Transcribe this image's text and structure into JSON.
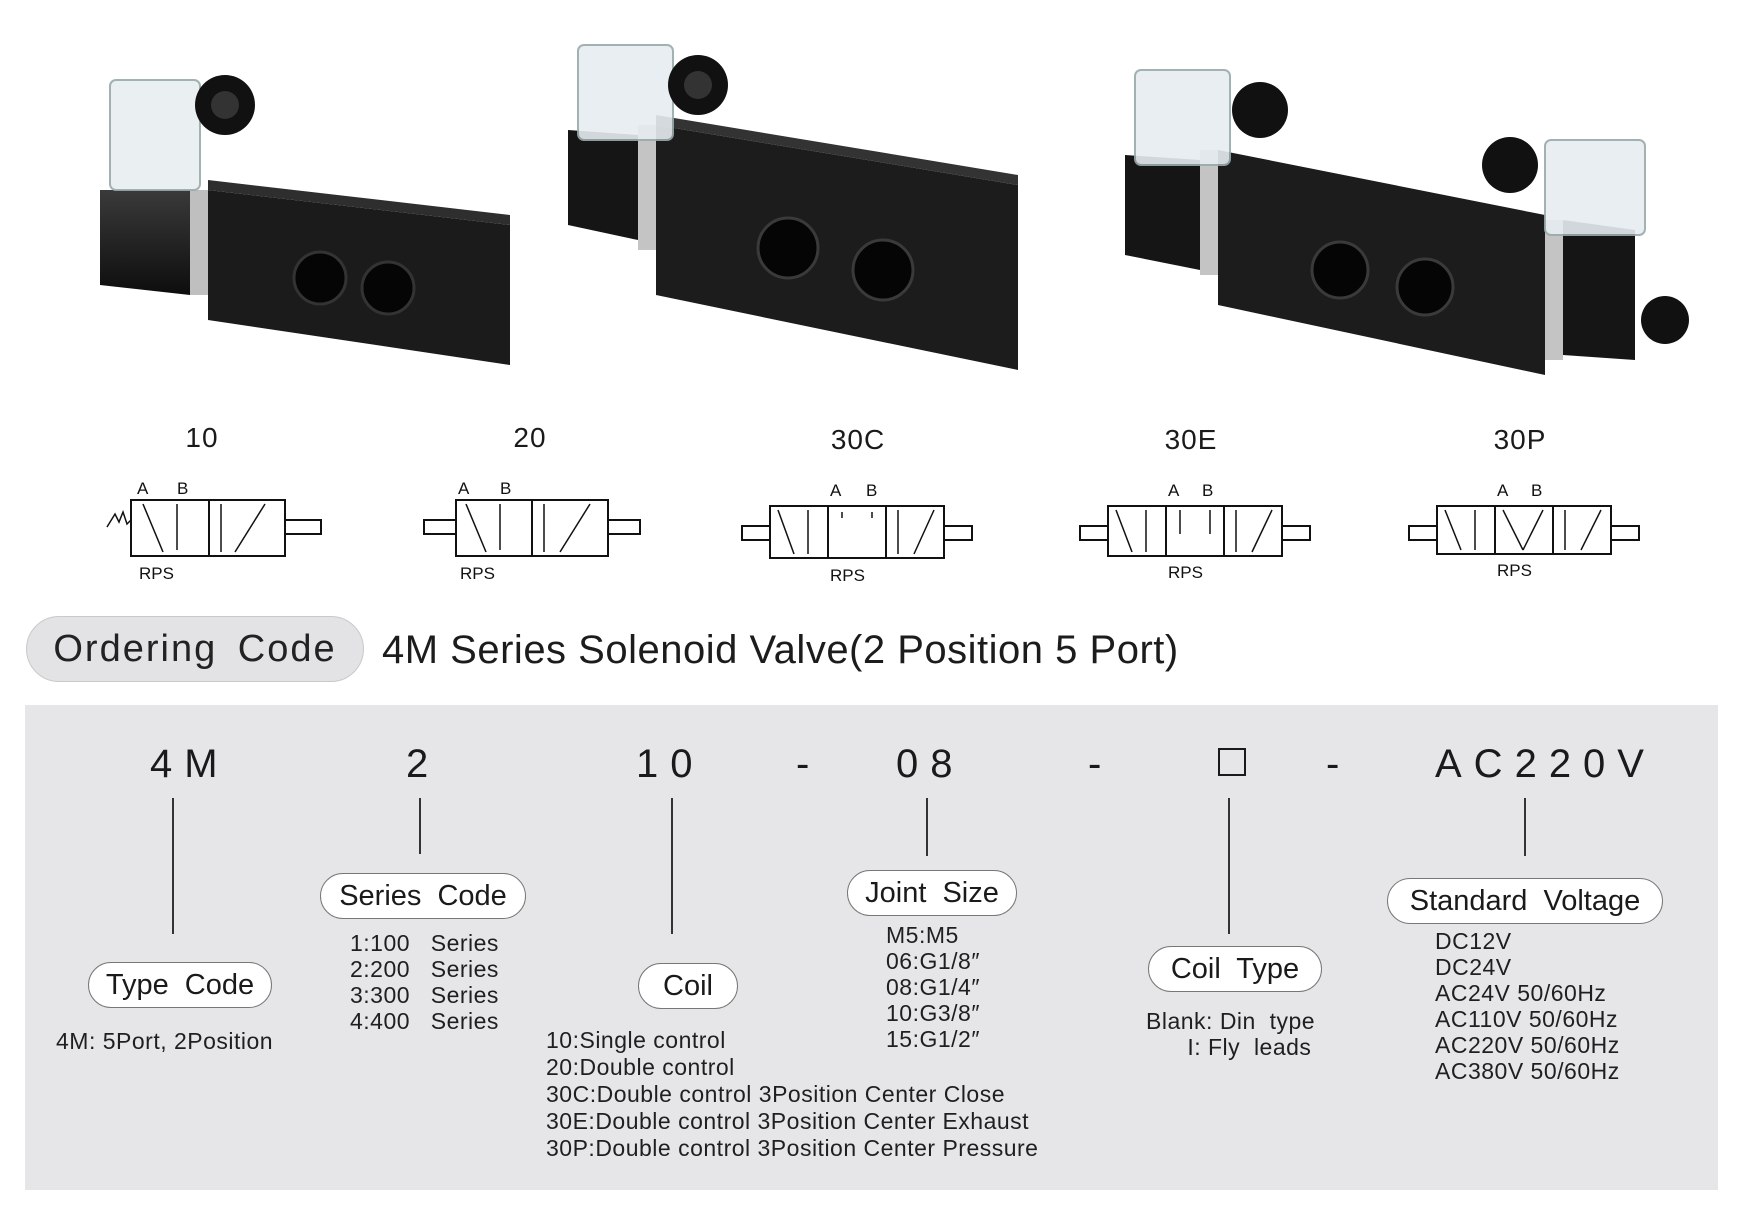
{
  "models": [
    "10",
    "20",
    "30C",
    "30E",
    "30P"
  ],
  "port_labels": {
    "a": "A",
    "b": "B",
    "bottom": "RPS"
  },
  "header": {
    "pill": "Ordering  Code",
    "title": "4M Series Solenoid Valve(2 Position 5 Port)"
  },
  "code": {
    "type": "4M",
    "series": "2",
    "coil": "10",
    "dash": "-",
    "joint": "08",
    "voltage": "AC220V"
  },
  "sections": {
    "type_code": {
      "title": "Type  Code",
      "lines": [
        "4M: 5Port, 2Position"
      ]
    },
    "series_code": {
      "title": "Series  Code",
      "lines": [
        "1:100   Series",
        "2:200   Series",
        "3:300   Series",
        "4:400   Series"
      ]
    },
    "coil": {
      "title": "Coil",
      "lines": [
        "10:Single control",
        "20:Double control",
        "30C:Double control 3Position Center Close",
        "30E:Double control 3Position Center Exhaust",
        "30P:Double control 3Position Center Pressure"
      ]
    },
    "joint_size": {
      "title": "Joint  Size",
      "lines": [
        "M5:M5",
        "06:G1/8″",
        "08:G1/4″",
        "10:G3/8″",
        "15:G1/2″"
      ]
    },
    "coil_type": {
      "title": "Coil  Type",
      "lines": [
        "Blank: Din  type",
        "      I: Fly  leads"
      ]
    },
    "standard_voltage": {
      "title": "Standard  Voltage",
      "lines": [
        "DC12V",
        "DC24V",
        "AC24V 50/60Hz",
        "AC110V 50/60Hz",
        "AC220V 50/60Hz",
        "AC380V 50/60Hz"
      ]
    }
  }
}
